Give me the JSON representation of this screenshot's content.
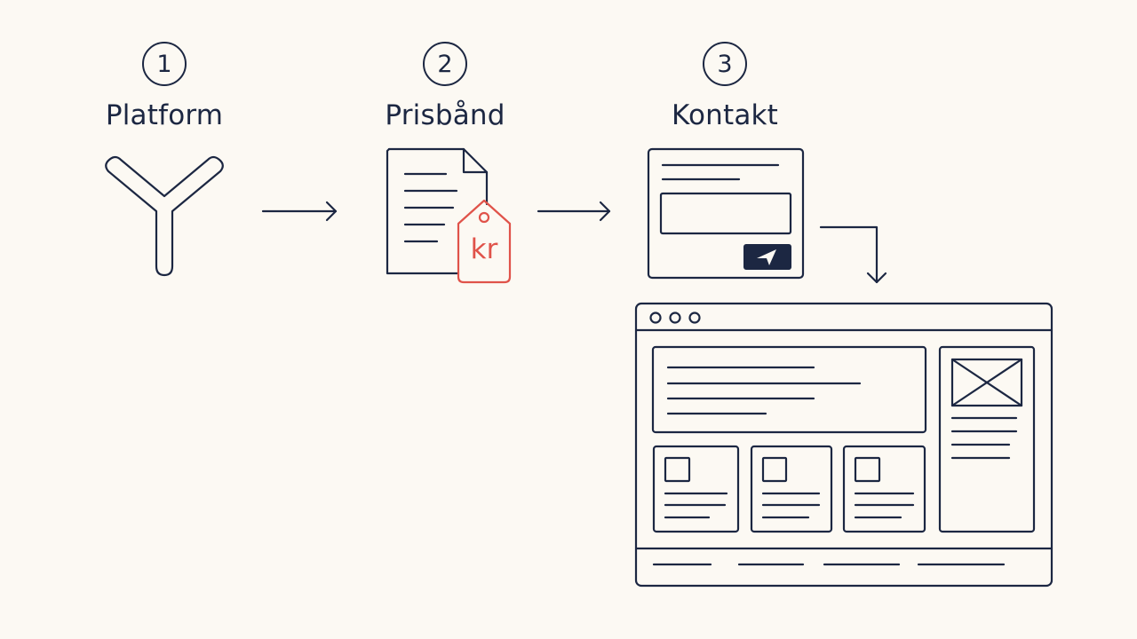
{
  "colors": {
    "ink": "#1c2742",
    "accent": "#e0534a",
    "background": "#fcf9f3"
  },
  "steps": [
    {
      "number": "1",
      "label": "Platform",
      "icon": "y-logo-icon"
    },
    {
      "number": "2",
      "label": "Prisbånd",
      "icon": "price-document-icon"
    },
    {
      "number": "3",
      "label": "Kontakt",
      "icon": "contact-form-icon"
    }
  ],
  "price_tag": {
    "text": "kr",
    "icon": "price-tag-icon"
  },
  "result": {
    "icon": "website-wireframe-icon"
  }
}
